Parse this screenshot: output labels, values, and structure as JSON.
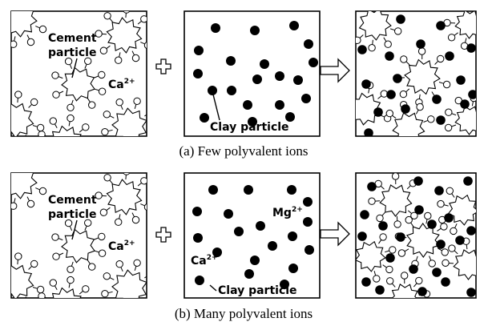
{
  "rows": [
    {
      "caption": "(a) Few polyvalent ions",
      "cement_label": [
        "Cement",
        "particle"
      ],
      "cement_ion_label": {
        "base": "Ca",
        "sup": "2+"
      },
      "clay_label": "Clay particle",
      "clay_ion_labels": []
    },
    {
      "caption": "(b) Many polyvalent ions",
      "cement_label": [
        "Cement",
        "particle"
      ],
      "cement_ion_label": {
        "base": "Ca",
        "sup": "2+"
      },
      "clay_label": "Clay particle",
      "clay_ion_labels": [
        {
          "base": "Mg",
          "sup": "2+"
        },
        {
          "base": "Ca",
          "sup": "2+"
        }
      ]
    }
  ],
  "operators": {
    "plus": "plus-sign",
    "arrow": "right-arrow"
  },
  "colors": {
    "ink": "#000000",
    "paper": "#ffffff"
  }
}
